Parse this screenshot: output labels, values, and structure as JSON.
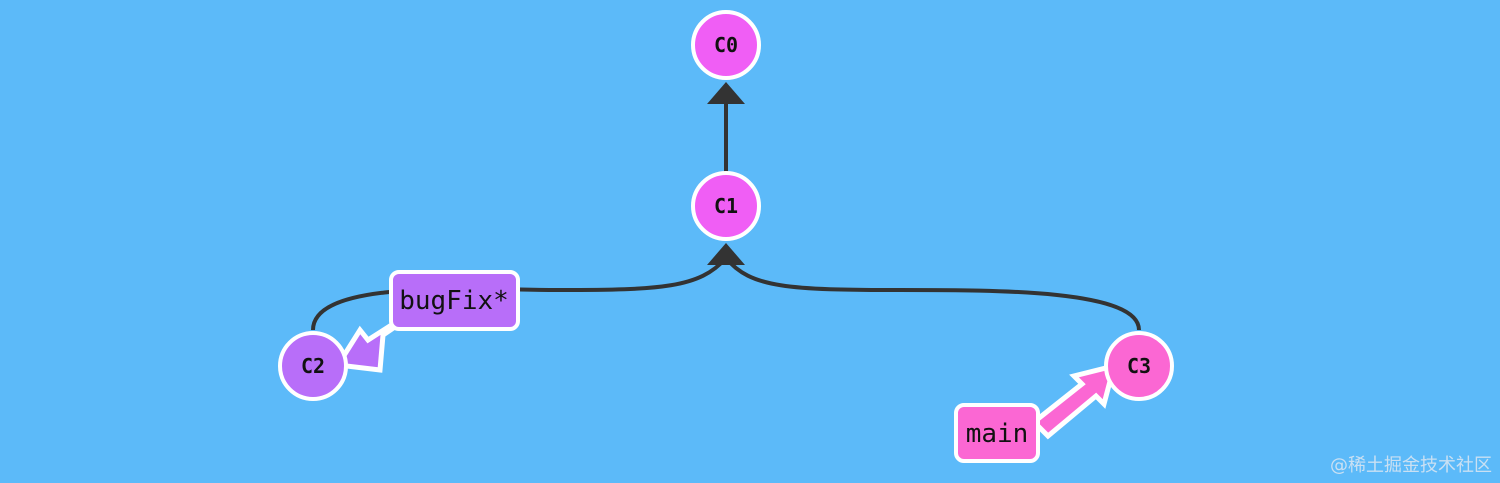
{
  "commits": {
    "c0": {
      "label": "C0",
      "color": "#f05ef5"
    },
    "c1": {
      "label": "C1",
      "color": "#f05ef5"
    },
    "c2": {
      "label": "C2",
      "color": "#b86ef9"
    },
    "c3": {
      "label": "C3",
      "color": "#fb67d3"
    }
  },
  "branches": {
    "bugfix": {
      "label": "bugFix*",
      "color": "#b86ef9",
      "points_to": "C2"
    },
    "main": {
      "label": "main",
      "color": "#fb67d3",
      "points_to": "C3"
    }
  },
  "edges": [
    {
      "from": "C1",
      "to": "C0"
    },
    {
      "from": "C2",
      "to": "C1"
    },
    {
      "from": "C3",
      "to": "C1"
    }
  ],
  "colors": {
    "background": "#5cbaf9",
    "edge": "#333333",
    "node_stroke": "#ffffff"
  },
  "watermark": "@稀土掘金技术社区"
}
